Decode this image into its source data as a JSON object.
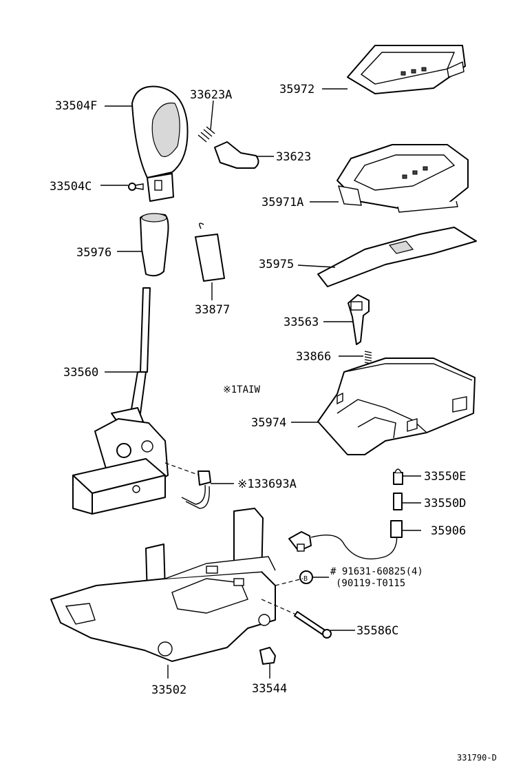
{
  "diagram": {
    "labels": {
      "p33504F": "33504F",
      "p33623A": "33623A",
      "p33623": "33623",
      "p33504C": "33504C",
      "p35976": "35976",
      "p33877": "33877",
      "p33560": "33560",
      "p1TAIW": "※1TAIW",
      "p33693A": "※133693A",
      "p35972": "35972",
      "p35971A": "35971A",
      "p35975": "35975",
      "p33563": "33563",
      "p33866": "33866",
      "p35974": "35974",
      "p33550E": "33550E",
      "p33550D": "33550D",
      "p35906": "35906",
      "p91631": "# 91631-60825(4)",
      "p90119": "(90119-T0115",
      "pB": "B",
      "p35586C": "35586C",
      "p33502": "33502",
      "p33544": "33544",
      "code": "331790-D"
    }
  }
}
